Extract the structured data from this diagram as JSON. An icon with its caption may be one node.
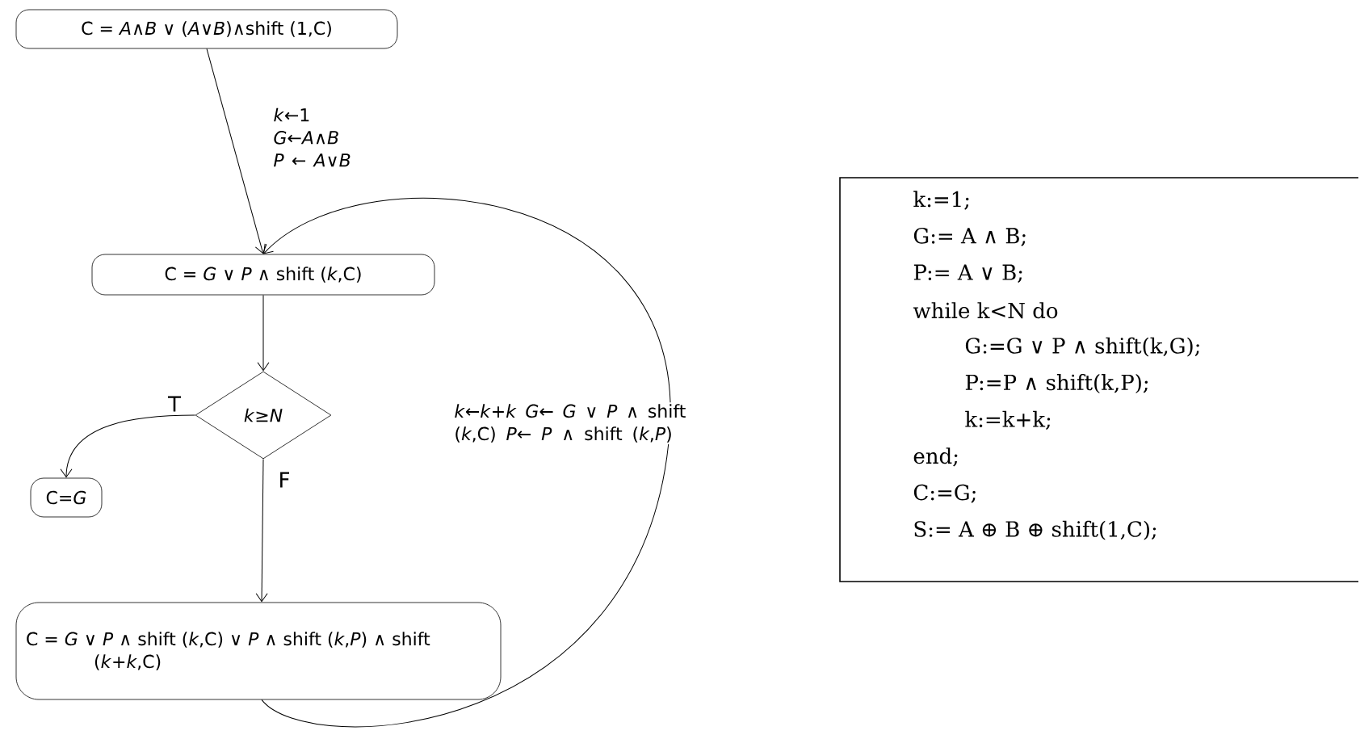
{
  "diagram": {
    "nodes": [
      {
        "text": [
          "C = *A*∧*B* ∨ (*A*∨*B*)∧shift (1,C)"
        ]
      },
      {
        "text": [
          "C = *G* ∨ *P* ∧ shift (*k*,C)"
        ]
      },
      {
        "text": [
          "*k*≥*N*"
        ]
      },
      {
        "text": [
          "C=*G*"
        ]
      },
      {
        "text": [
          "C = *G* ∨ *P* ∧ shift (*k*,C) ∨ *P* ∧ shift (*k*,*P*) ∧ shift (*k*+*k*,C)"
        ]
      },
      {
        "text": [
          "k:=1;",
          "G:= A ∧ B;",
          "P:= A ∨ B;",
          "while k<N do",
          "G:=G ∨ P ∧ shift(k,G);",
          "P:=P ∧ shift(k,P);",
          "k:=k+k;",
          "end;",
          "C:=G;",
          "S:= A ⊕ B ⊕ shift(1,C);"
        ]
      }
    ],
    "edges": [
      {
        "from": 0,
        "to": 1,
        "arrow": "to",
        "label": "*k*←1 *G*←*A*∧*B* *P* ← *A*∨*B*"
      },
      {
        "from": 1,
        "to": 2,
        "arrow": "to"
      },
      {
        "from": 2,
        "to": 3,
        "arrow": "to",
        "label": "T"
      },
      {
        "from": 2,
        "to": 4,
        "arrow": "to",
        "label": "F"
      },
      {
        "from": 4,
        "to": 1,
        "arrow": "to",
        "label": "*k*←*k*+*k* *G*← *G* ∨ *P* ∧ shift (*k*,C) *P*← *P* ∧ shift (*k*,*P*)"
      }
    ]
  }
}
